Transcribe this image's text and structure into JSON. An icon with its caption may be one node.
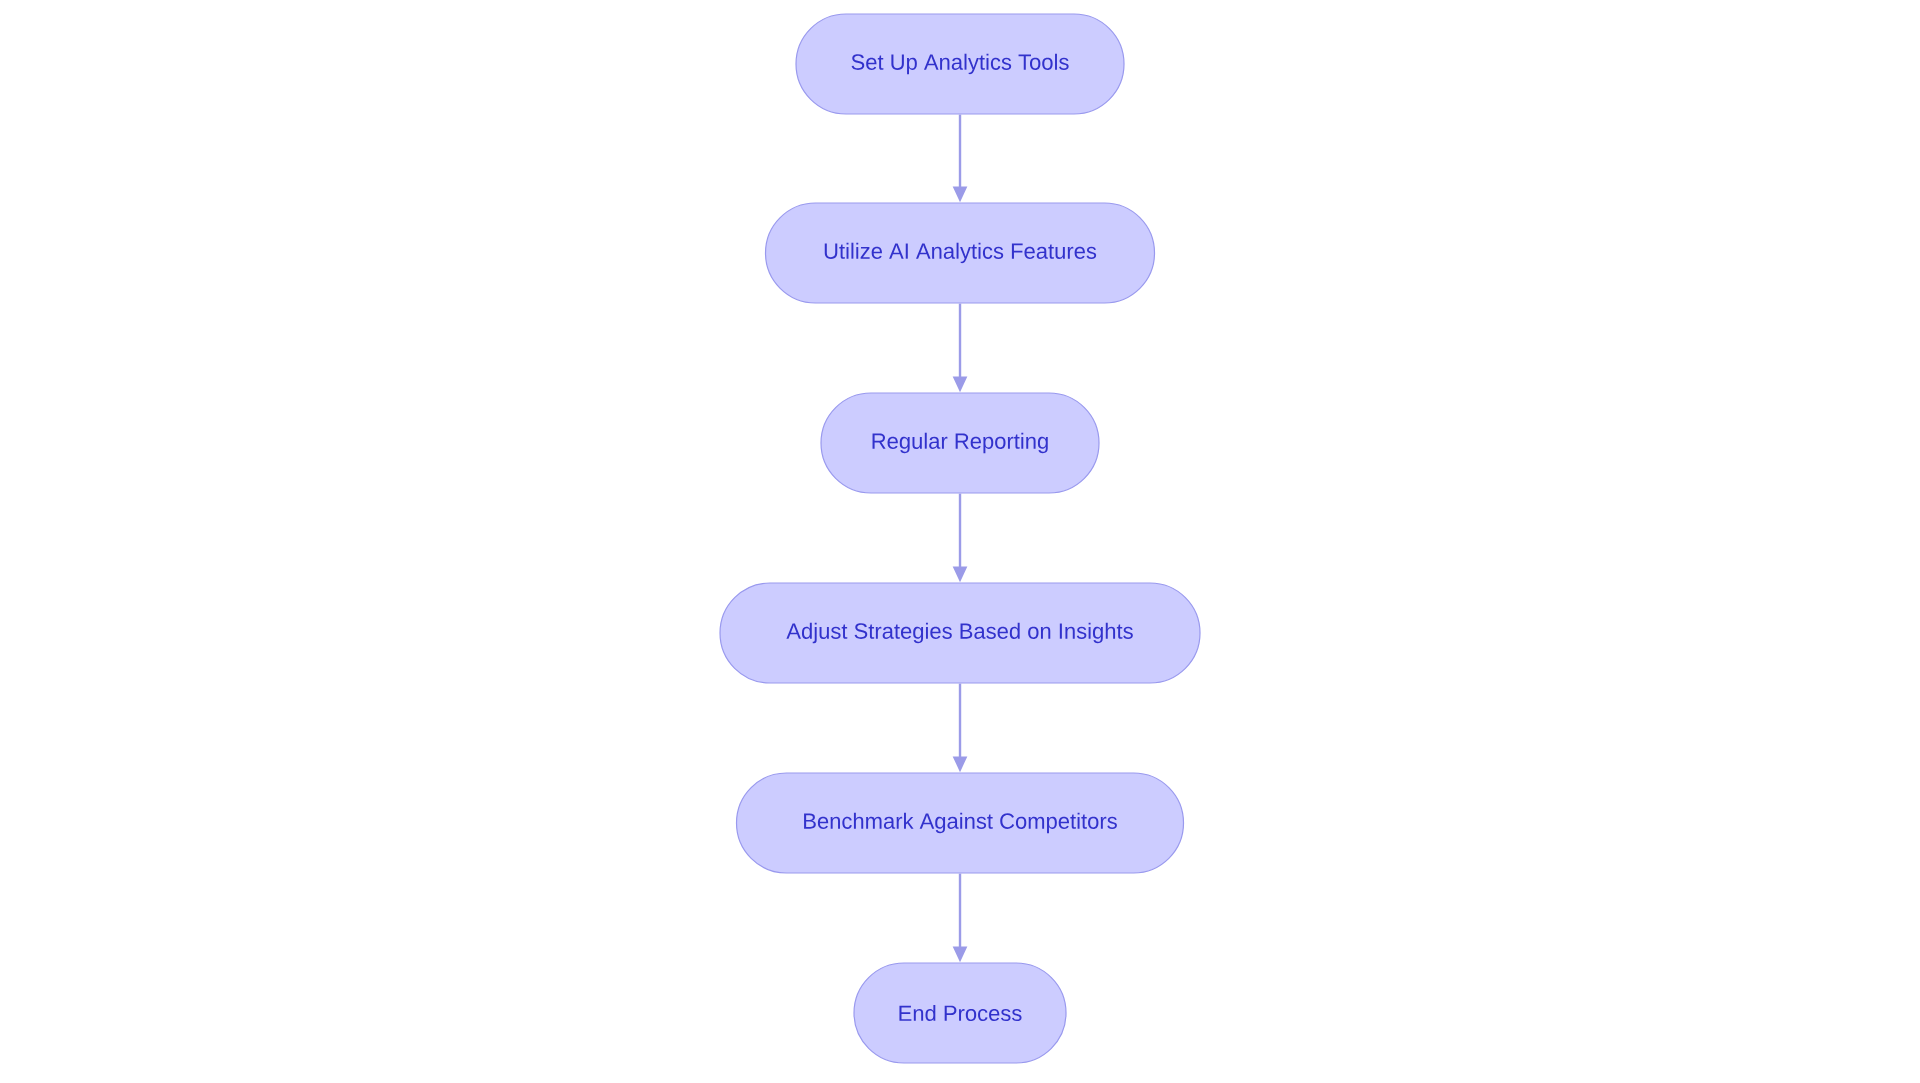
{
  "diagram": {
    "nodes": [
      {
        "text": [
          "Set Up Analytics Tools"
        ]
      },
      {
        "text": [
          "Utilize AI Analytics Features"
        ]
      },
      {
        "text": [
          "Regular Reporting"
        ]
      },
      {
        "text": [
          "Adjust Strategies Based on Insights"
        ]
      },
      {
        "text": [
          "Benchmark Against Competitors"
        ]
      },
      {
        "text": [
          "End Process"
        ]
      }
    ],
    "edges": [
      {
        "from": 0,
        "to": 1,
        "arrow": "to"
      },
      {
        "from": 1,
        "to": 2,
        "arrow": "to"
      },
      {
        "from": 2,
        "to": 3,
        "arrow": "to"
      },
      {
        "from": 3,
        "to": 4,
        "arrow": "to"
      },
      {
        "from": 4,
        "to": 5,
        "arrow": "to"
      }
    ]
  }
}
